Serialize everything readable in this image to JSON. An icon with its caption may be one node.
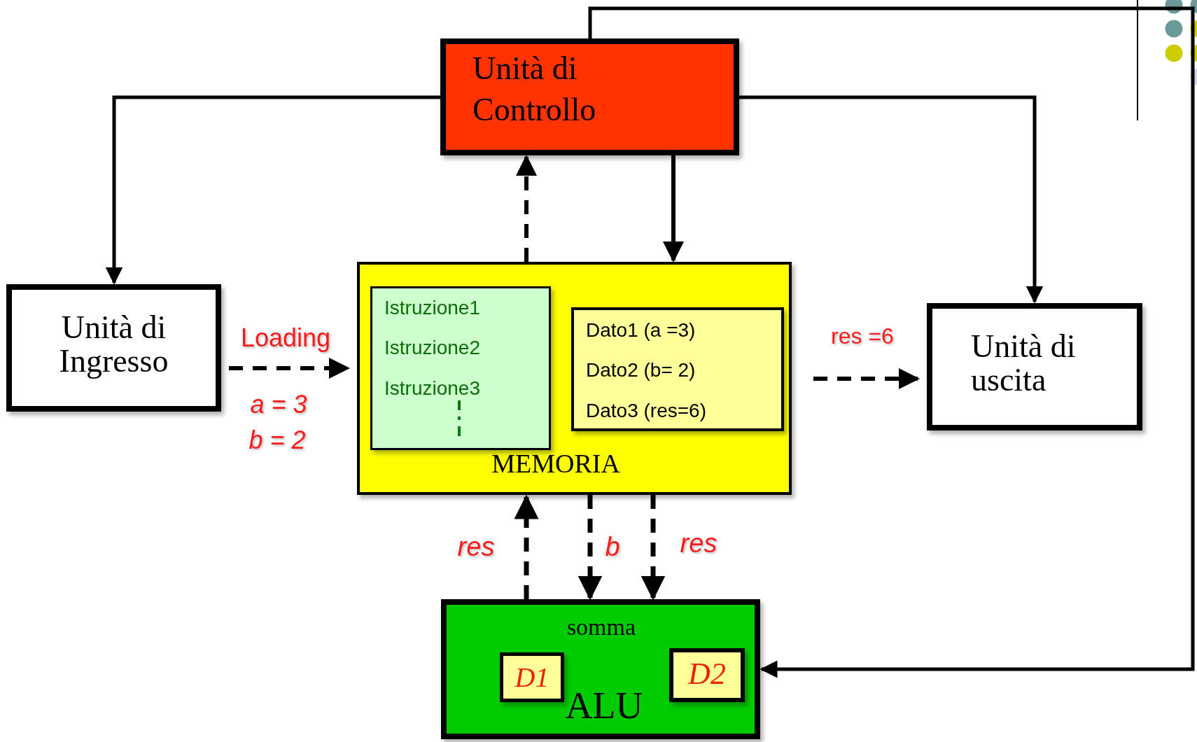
{
  "diagram": {
    "nodes": [
      {
        "text": [
          "Unità di Controllo"
        ]
      },
      {
        "text": [
          "Unità di Ingresso"
        ]
      },
      {
        "text": [
          "MEMORIA"
        ]
      },
      {
        "text": [
          "Istruzione1",
          "Istruzione2",
          "Istruzione3"
        ],
        "in": 2
      },
      {
        "text": [
          "Dato1 (a =3)",
          "Dato2 (b= 2)",
          "Dato3 (res=6)"
        ],
        "in": 2
      },
      {
        "text": [
          "Unità di uscita"
        ]
      },
      {
        "text": [
          "somma",
          "ALU"
        ]
      },
      {
        "text": [
          "D1"
        ],
        "in": 6
      },
      {
        "text": [
          "D2"
        ],
        "in": 6
      }
    ],
    "edges": [
      {
        "from": 0,
        "to": 1,
        "arrow": "to"
      },
      {
        "from": 0,
        "to": 5,
        "arrow": "to"
      },
      {
        "from": 0,
        "to": 2,
        "arrow": "to"
      },
      {
        "from": 2,
        "to": 0,
        "arrow": "to",
        "style": "dashed"
      },
      {
        "from": 0,
        "to": 6,
        "arrow": "to"
      },
      {
        "from": 1,
        "to": 2,
        "arrow": "to",
        "style": "dashed",
        "label": "Loading"
      },
      {
        "from": 2,
        "to": 5,
        "arrow": "to",
        "style": "dashed",
        "label": "res =6"
      },
      {
        "from": 6,
        "to": 2,
        "arrow": "to",
        "style": "dashed",
        "label": "res"
      },
      {
        "from": 2,
        "to": 6,
        "arrow": "to",
        "style": "dashed",
        "label": "b"
      },
      {
        "from": 2,
        "to": 6,
        "arrow": "to",
        "style": "dashed",
        "label": "res"
      }
    ],
    "labels": [
      "a = 3",
      "b = 2"
    ]
  }
}
